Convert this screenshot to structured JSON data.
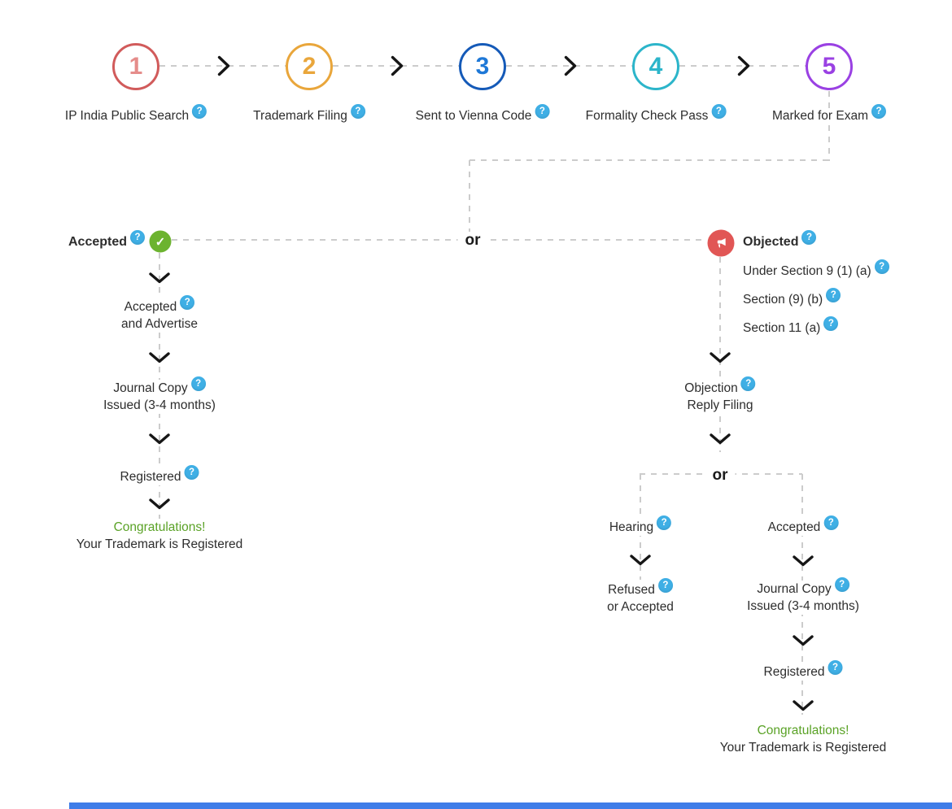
{
  "steps": [
    {
      "num": "1",
      "label": "IP India Public Search",
      "circle_color": "#d15b5b",
      "num_color": "#e58c8a"
    },
    {
      "num": "2",
      "label": "Trademark Filing",
      "circle_color": "#e9a63b",
      "num_color": "#e9a63b"
    },
    {
      "num": "3",
      "label": "Sent to Vienna Code",
      "circle_color": "#155ab8",
      "num_color": "#1e78d7"
    },
    {
      "num": "4",
      "label": "Formality Check Pass",
      "circle_color": "#2cb5ca",
      "num_color": "#2cb5ca"
    },
    {
      "num": "5",
      "label": "Marked for Exam",
      "circle_color": "#9a41e3",
      "num_color": "#9a41e3"
    }
  ],
  "icons": {
    "help": "?",
    "check": "✓"
  },
  "or_divider_1": "or",
  "accepted_branch": {
    "label": "Accepted",
    "step1_line1": "Accepted",
    "step1_line2": "and Advertise",
    "step2_line1": "Journal Copy",
    "step2_line2": "Issued (3-4 months)",
    "step3": "Registered",
    "congrats": "Congratulations!",
    "congrats_sub": "Your Trademark is Registered"
  },
  "objected_branch": {
    "label": "Objected",
    "sections": [
      "Under Section 9 (1) (a)",
      "Section (9) (b)",
      "Section 11 (a)"
    ],
    "step1_line1": "Objection",
    "step1_line2": "Reply Filing",
    "or_divider_2": "or",
    "hearing": {
      "label": "Hearing",
      "result_line1": "Refused",
      "result_line2": "or Accepted"
    },
    "accepted": {
      "label": "Accepted",
      "step1_line1": "Journal Copy",
      "step1_line2": "Issued (3-4 months)",
      "step2": "Registered",
      "congrats": "Congratulations!",
      "congrats_sub": "Your Trademark is Registered"
    }
  },
  "colors": {
    "help_bg": "#3fafe5",
    "accepted_badge": "#6cb32f",
    "objected_badge": "#e15655",
    "congrats_green": "#5aa226",
    "dash_gray": "#cccccc",
    "text": "#2d2d2d",
    "bottom_bar": "#3f7de8"
  }
}
